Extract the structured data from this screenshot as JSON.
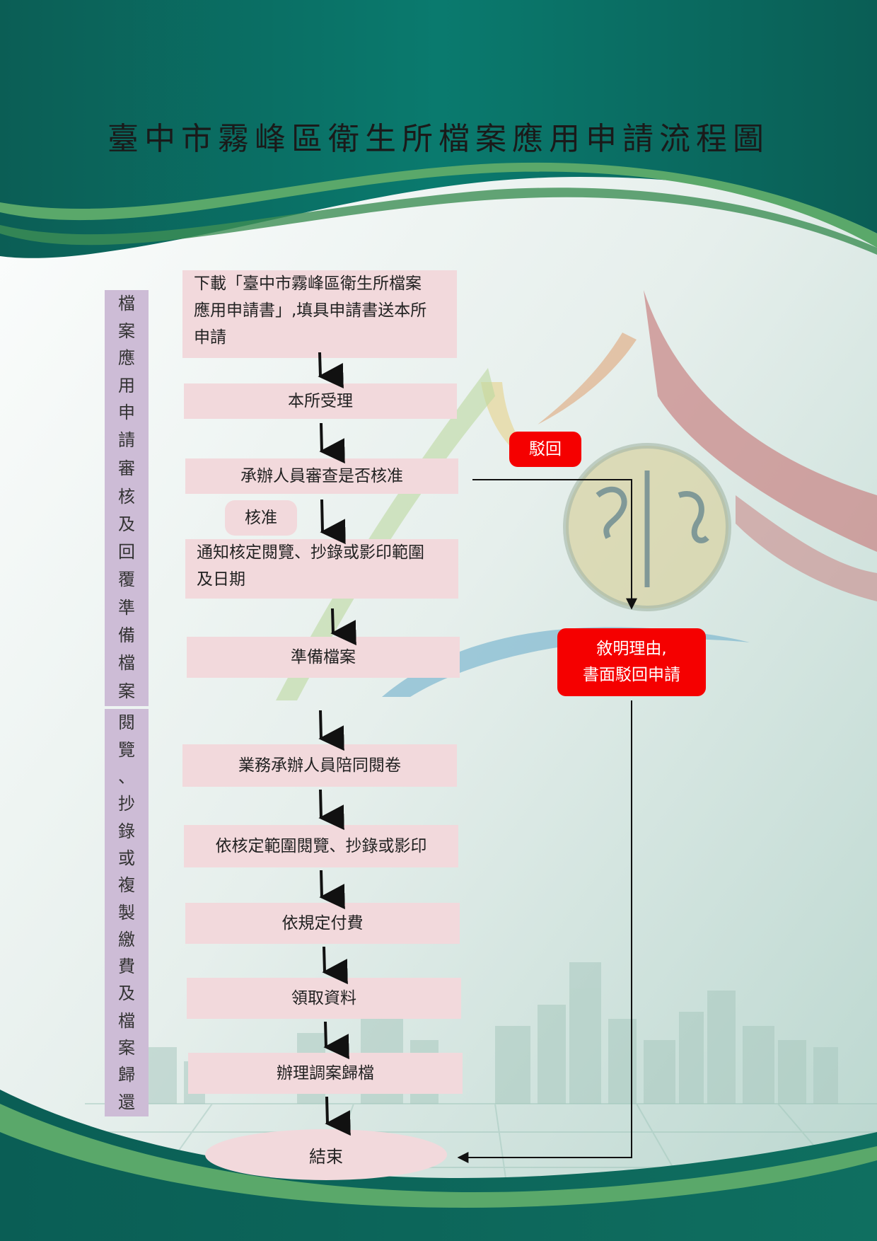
{
  "title": "臺中市霧峰區衛生所檔案應用申請流程圖",
  "stages": [
    {
      "chars": [
        "檔",
        "案",
        "應",
        "用",
        "申",
        "請"
      ]
    },
    {
      "chars": [
        "審",
        "核",
        "及",
        "回",
        "覆",
        "準",
        "備",
        "檔",
        "案"
      ]
    },
    {
      "chars": [
        "閱",
        "覽",
        "、",
        "抄",
        "錄",
        "或",
        "複",
        "製",
        "繳",
        "費",
        "及",
        "檔",
        "案",
        "歸",
        "還"
      ]
    }
  ],
  "steps": {
    "s1": {
      "line1": "下載「臺中市霧峰區衛生所檔案",
      "line2": "應用申請書」,填具申請書送本所",
      "line3": "申請"
    },
    "s2": "本所受理",
    "s3": "承辦人員審查是否核准",
    "s4": {
      "line1": "通知核定閱覽、抄錄或影印範圍",
      "line2": "及日期"
    },
    "s5": "準備檔案",
    "s6": "業務承辦人員陪同閱卷",
    "s7": "依核定範圍閱覽、抄錄或影印",
    "s8": "依規定付費",
    "s9": "領取資料",
    "s10": "辦理調案歸檔",
    "end": "結束"
  },
  "labels": {
    "approve": "核准",
    "reject": "駁回",
    "reject_box": {
      "line1": "敘明理由,",
      "line2": "書面駁回申請"
    }
  },
  "colors": {
    "step_box": "#f2d9dc",
    "stage_bar": "#cdbcd6",
    "reject": "#f50000",
    "header": "#0a7a6a"
  }
}
